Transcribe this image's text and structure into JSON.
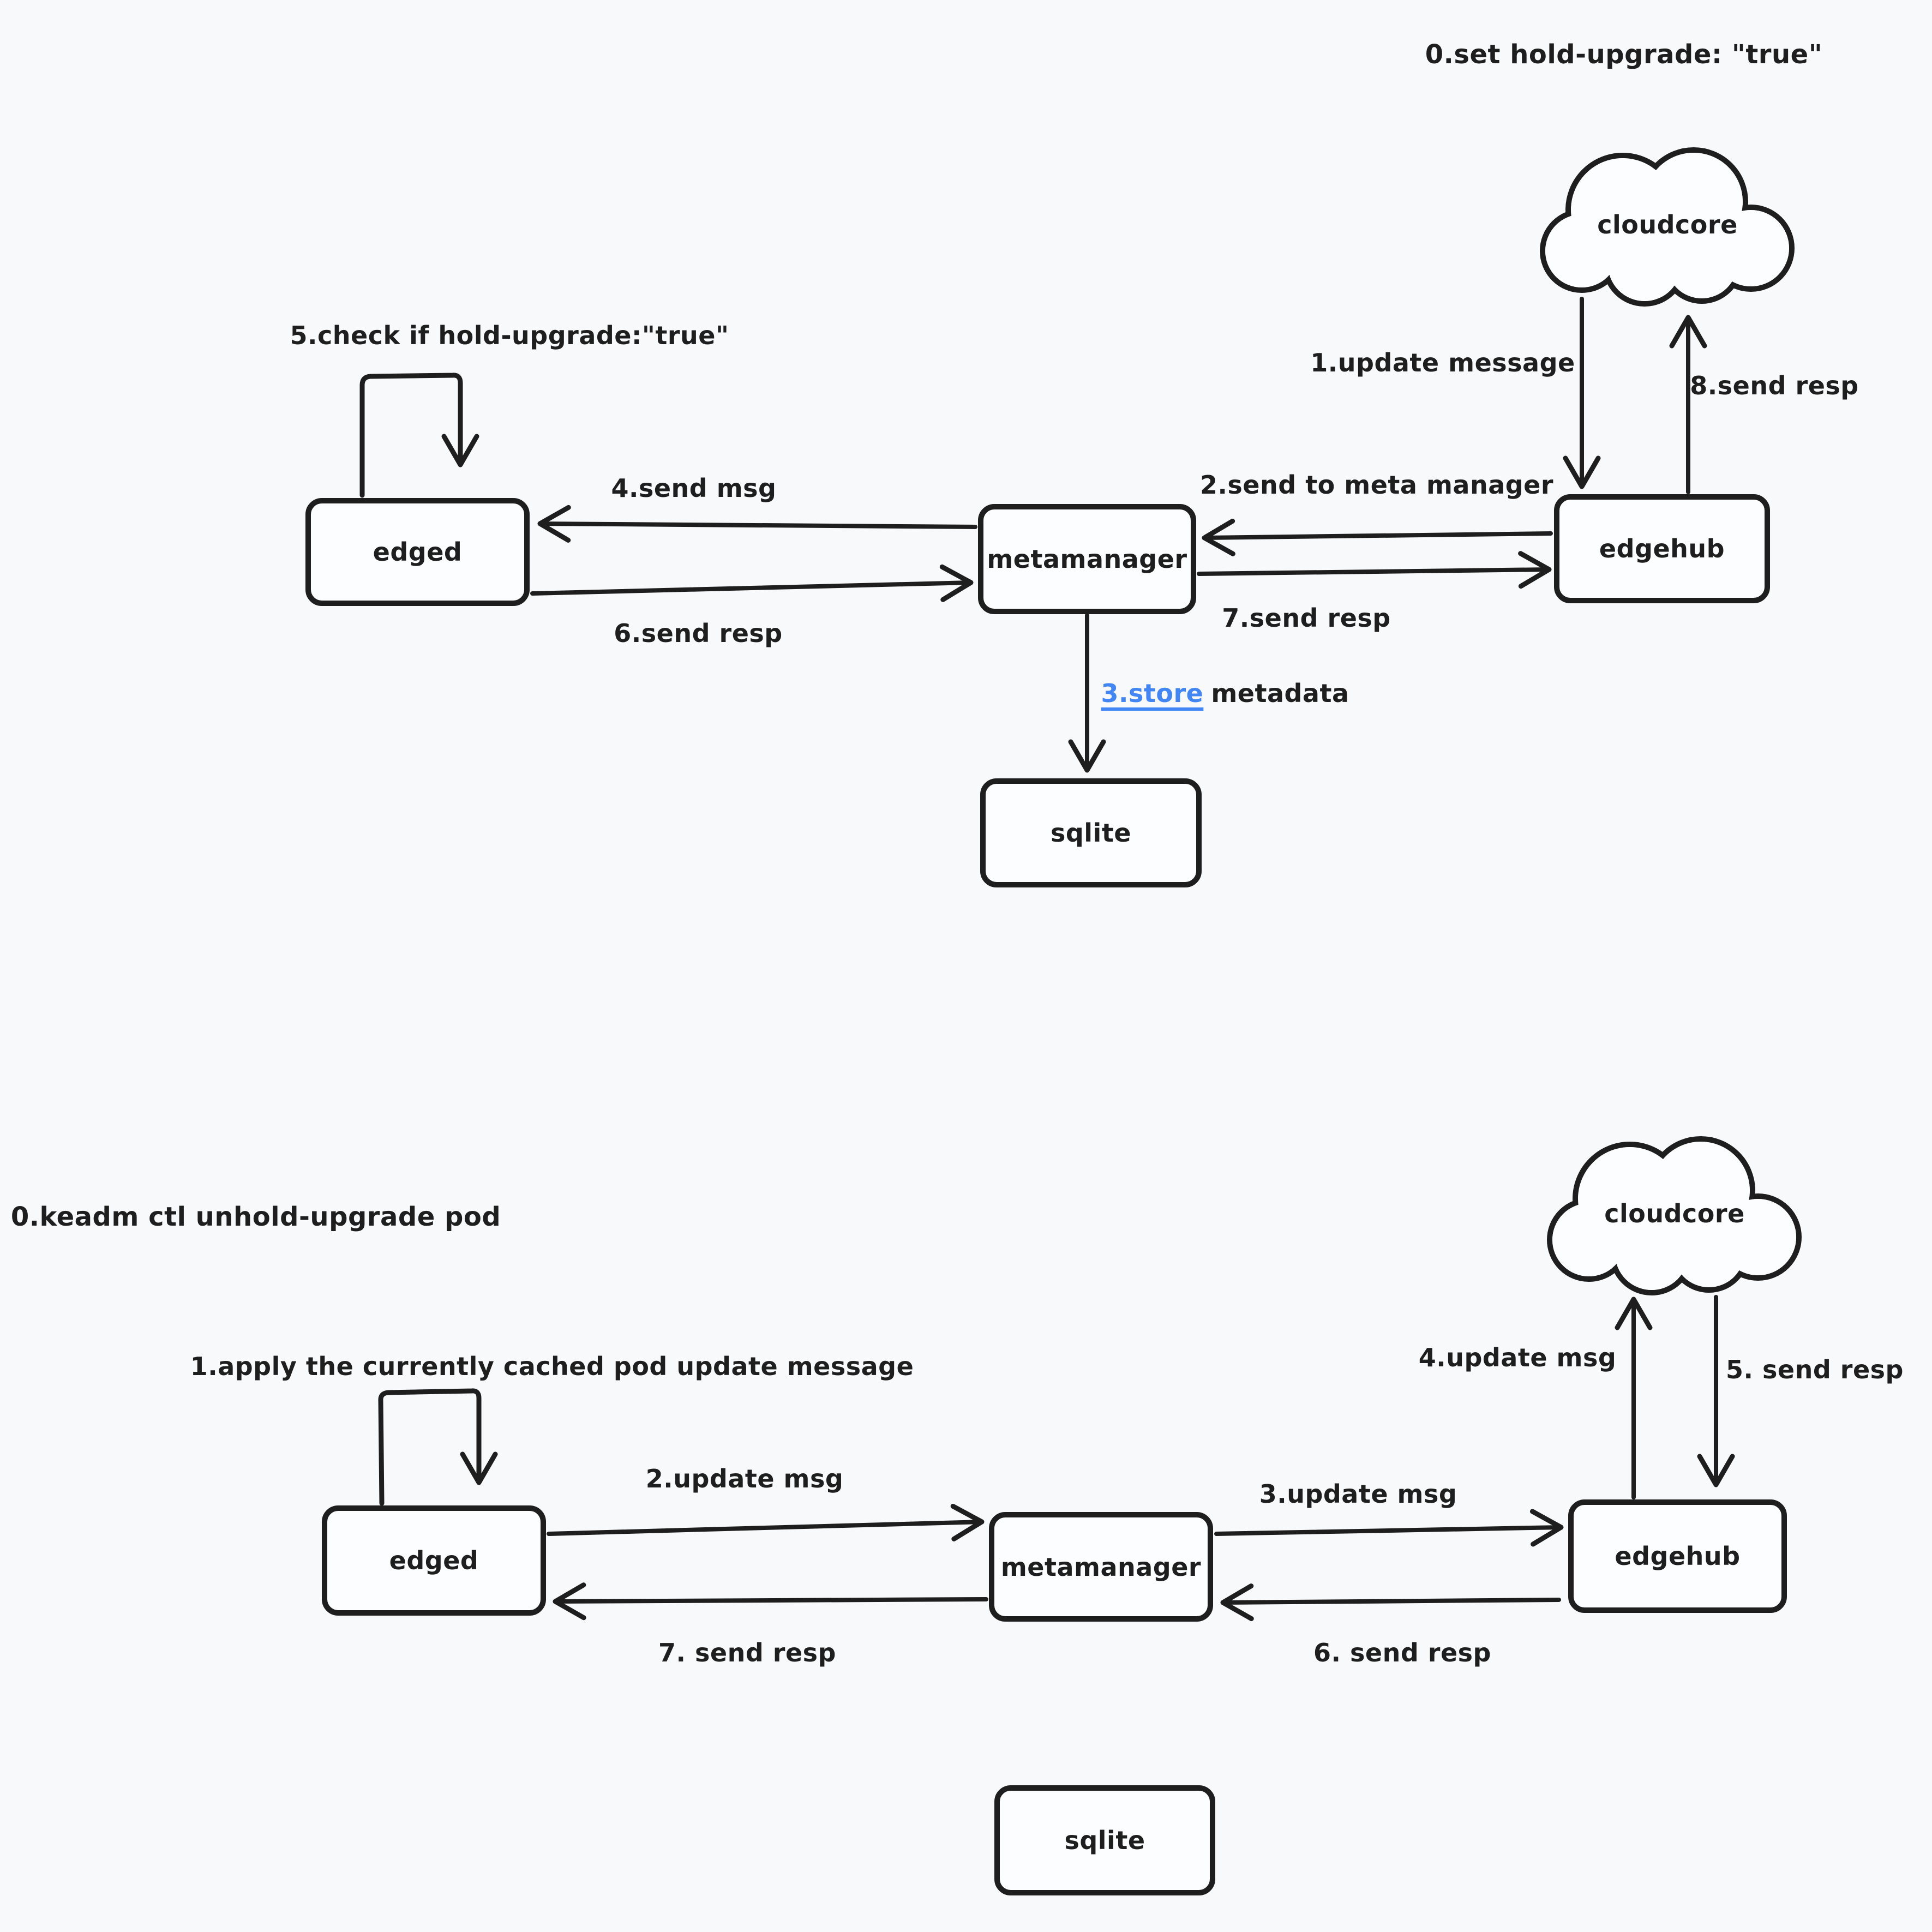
{
  "colors": {
    "background": "#f8f9fa",
    "stroke": "#1e1e1e",
    "node_fill": "#fcfdfe",
    "link": "#4285f4"
  },
  "flow_hold": {
    "annotation": "0.set hold-upgrade: \"true\"",
    "nodes": {
      "cloudcore": "cloudcore",
      "edgehub": "edgehub",
      "metamanager": "metamanager",
      "edged": "edged",
      "sqlite": "sqlite"
    },
    "labels": {
      "l1": "1.update message",
      "l2": "2.send to meta manager",
      "l3_link": "3.store",
      "l3_rest": "metadata",
      "l4": "4.send msg",
      "l5": "5.check if hold-upgrade:\"true\"",
      "l6": "6.send resp",
      "l7": "7.send resp",
      "l8": "8.send resp"
    }
  },
  "flow_unhold": {
    "annotation": "0.keadm ctl unhold-upgrade pod",
    "nodes": {
      "cloudcore": "cloudcore",
      "edgehub": "edgehub",
      "metamanager": "metamanager",
      "edged": "edged",
      "sqlite": "sqlite"
    },
    "labels": {
      "l1": "1.apply the currently cached pod update message",
      "l2": "2.update msg",
      "l3": "3.update msg",
      "l4": "4.update msg",
      "l5": "5. send resp",
      "l6": "6. send resp",
      "l7": "7. send resp"
    }
  }
}
